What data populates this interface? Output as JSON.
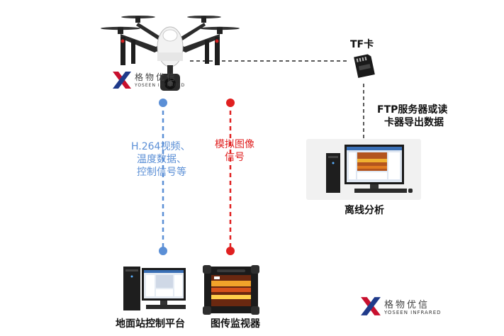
{
  "nodes": {
    "tf_card": {
      "label": "TF卡"
    },
    "ftp": {
      "line1": "FTP服务器或读",
      "line2": "卡器导出数据"
    },
    "offline": {
      "label": "离线分析"
    },
    "ground_station": {
      "label": "地面站控制平台"
    },
    "monitor": {
      "label": "图传监视器"
    }
  },
  "links": {
    "blue": {
      "line1": "H.264视频、",
      "line2": "温度数据、",
      "line3": "控制信号等",
      "color": "#5b8fd6"
    },
    "red": {
      "line1": "模拟图像",
      "line2": "信号",
      "color": "#e02020"
    },
    "dashed_black": {
      "color": "#222222"
    }
  },
  "logo": {
    "name_cn": "格物优信",
    "name_en": "YOSEEN INFRARED",
    "mark_colors": [
      "#c8102e",
      "#1f3a8a"
    ]
  },
  "icons": {
    "drone": "drone-icon",
    "sd_card": "sd-card-icon",
    "computer": "desktop-computer-icon",
    "rugged_tablet": "rugged-tablet-icon"
  }
}
